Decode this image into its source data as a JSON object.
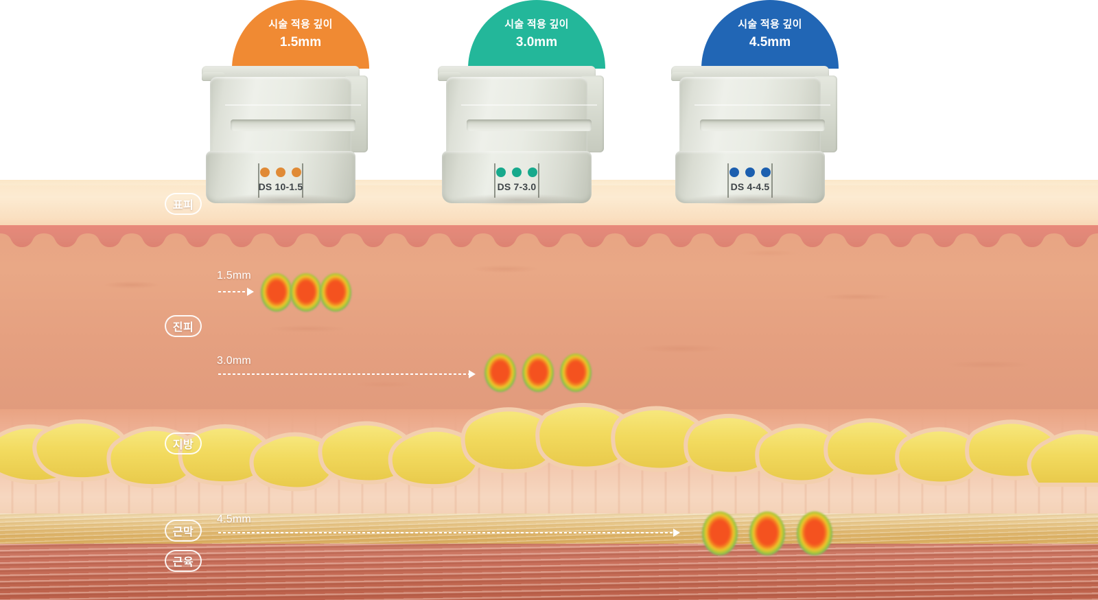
{
  "diagram": {
    "title": "Ultrasound cartridge treatment depth in skin layers",
    "background_color": "#ffffff"
  },
  "devices": [
    {
      "badge_title": "시술 적용 깊이",
      "badge_depth": "1.5mm",
      "badge_color": "#F08A33",
      "cartridge_code": "DS 10-1.5",
      "dot_color": "#E08A36",
      "dot_count": 3
    },
    {
      "badge_title": "시술 적용 깊이",
      "badge_depth": "3.0mm",
      "badge_color": "#23B79A",
      "cartridge_code": "DS 7-3.0",
      "dot_color": "#17A98C",
      "dot_count": 3
    },
    {
      "badge_title": "시술 적용 깊이",
      "badge_depth": "4.5mm",
      "badge_color": "#2166B5",
      "cartridge_code": "DS 4-4.5",
      "dot_color": "#1C5FAF",
      "dot_count": 3
    }
  ],
  "skin_layers": [
    {
      "label": "표피",
      "meaning": "epidermis",
      "color": "#FBE6C6"
    },
    {
      "label": "진피",
      "meaning": "dermis",
      "color": "#E8A483"
    },
    {
      "label": "지방",
      "meaning": "fat",
      "color": "#F2D96B"
    },
    {
      "label": "근막",
      "meaning": "fascia",
      "color": "#DDB368"
    },
    {
      "label": "근육",
      "meaning": "muscle",
      "color": "#C9705C"
    }
  ],
  "depth_markers": [
    {
      "label": "1.5mm",
      "target_layer": "진피",
      "dot_count": 3
    },
    {
      "label": "3.0mm",
      "target_layer": "진피",
      "dot_count": 3
    },
    {
      "label": "4.5mm",
      "target_layer": "근막",
      "dot_count": 3
    }
  ],
  "thermal_point_colors": {
    "core": "#F4521F",
    "mid": "#F0C42B",
    "ring": "#6FAE6B",
    "outer": "#8F7FB8"
  }
}
